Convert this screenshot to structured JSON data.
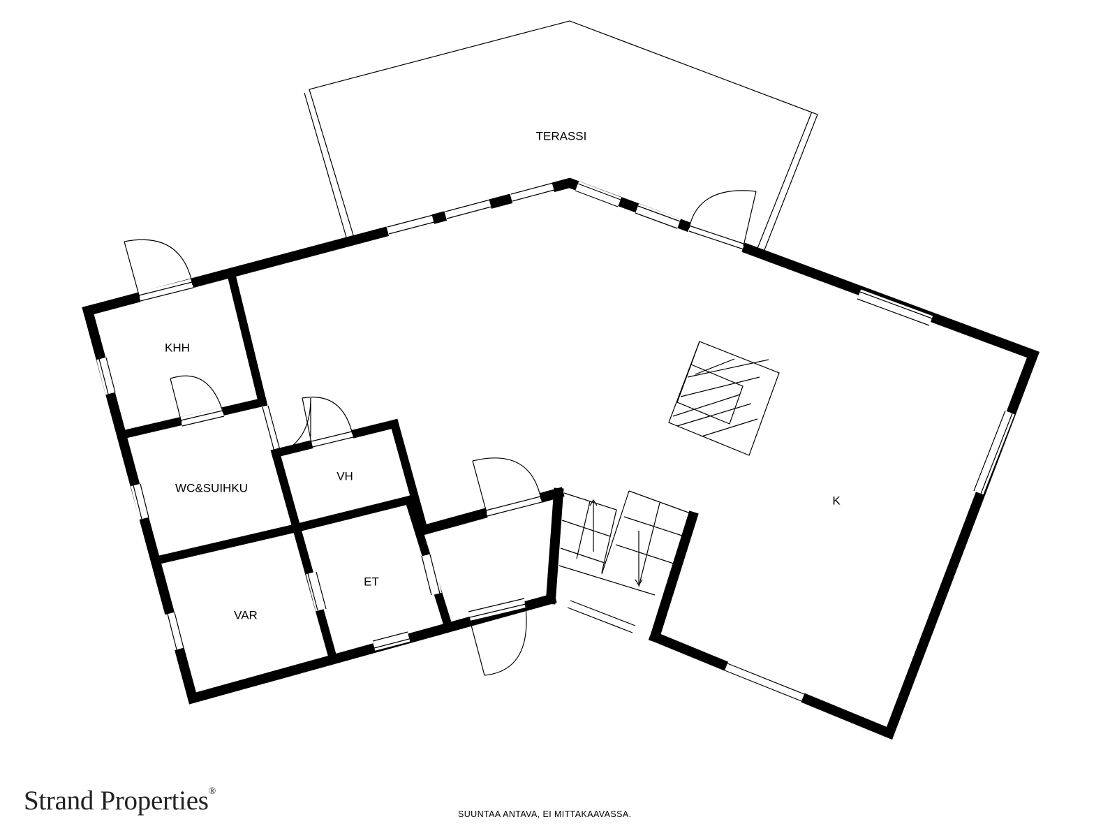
{
  "rooms": {
    "terassi": "TERASSI",
    "khh": "KHH",
    "wc_suihku": "WC&SUIHKU",
    "vh": "VH",
    "et": "ET",
    "var": "VAR",
    "k": "K"
  },
  "brand": {
    "name": "Strand Properties",
    "mark": "®"
  },
  "disclaimer": "SUUNTAA ANTAVA, EI MITTAKAAVASSA."
}
